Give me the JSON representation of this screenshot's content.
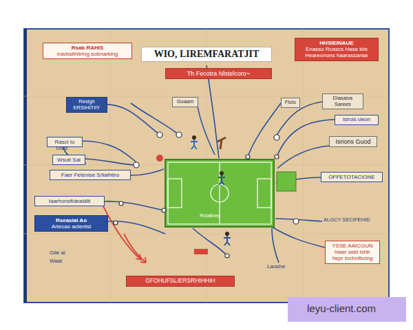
{
  "diagram": {
    "nodes": [
      {
        "text": [
          "WIO, LIREMFARATJIT"
        ]
      },
      {
        "text": [
          "Th Fecotra Nlstelcoro~"
        ]
      },
      {
        "text": [
          "Rsab RAHIS",
          "Iravbsithliring sobnarking"
        ]
      },
      {
        "text": [
          "HHSIEINAUE",
          "Enasso Rcascs Hase kiis Heareonons haarassanse"
        ]
      },
      {
        "text": [
          "Reslgh ERSIHITIIY"
        ]
      },
      {
        "text": [
          "Rasci Io"
        ]
      },
      {
        "text": [
          "Wsuti Sal"
        ]
      },
      {
        "text": [
          "Faer Fetenise S/ilalhtiro"
        ]
      },
      {
        "text": [
          "Iaarhonsfidealdlit"
        ]
      },
      {
        "text": [
          "Rseasial Ao",
          "Artecas actentst"
        ]
      },
      {
        "text": [
          "Goaam"
        ]
      },
      {
        "text": [
          "Ficlo"
        ]
      },
      {
        "text": [
          "Diasaios Sarees"
        ]
      },
      {
        "text": [
          "Istrols uleon"
        ]
      },
      {
        "text": [
          "Isrions Guod"
        ]
      },
      {
        "text": [
          "OFFETOTACIONE"
        ]
      },
      {
        "text": [
          "YSSE AAICGUN hiaer sekl Ishtr hepr tochnlbcing"
        ]
      },
      {
        "text": [
          "GFOHUFSLIERSRHIHHIH"
        ]
      }
    ],
    "labels": [
      "Tosls",
      "Gile al",
      "Waal",
      "Rotaltnes",
      "Laoshe",
      "ALGCY SECIFEHID",
      "leyu-client.com"
    ]
  }
}
